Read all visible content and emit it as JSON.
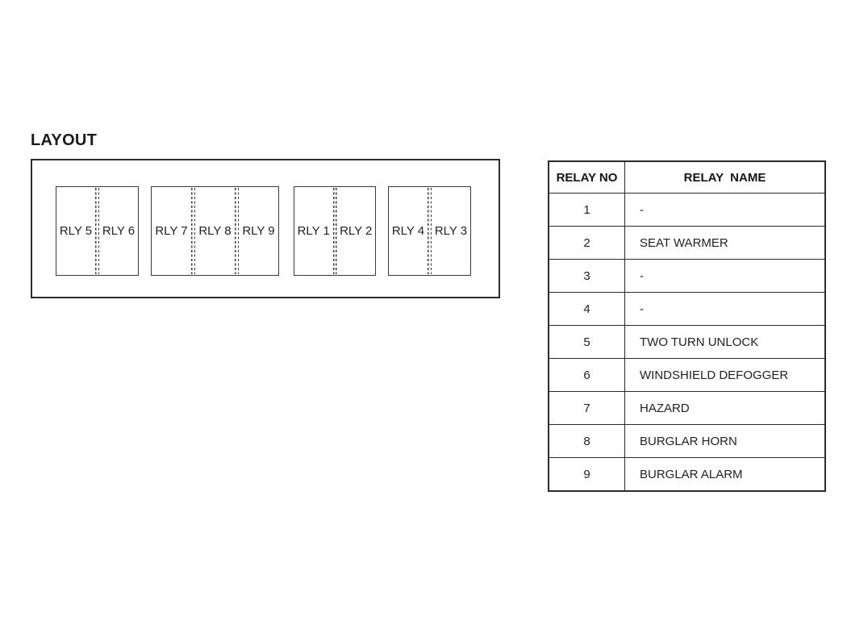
{
  "page": {
    "title": "LAYOUT"
  },
  "layout_diagram": {
    "blocks": [
      {
        "cells": [
          "RLY 5",
          "RLY 6"
        ]
      },
      {
        "cells": [
          "RLY 7",
          "RLY 8",
          "RLY 9"
        ]
      },
      {
        "cells": [
          "RLY 1",
          "RLY 2"
        ]
      },
      {
        "cells": [
          "RLY 4",
          "RLY 3"
        ]
      }
    ]
  },
  "relay_table": {
    "headers": [
      "RELAY NO",
      "RELAY  NAME"
    ],
    "rows": [
      {
        "no": "1",
        "name": "-"
      },
      {
        "no": "2",
        "name": "SEAT WARMER"
      },
      {
        "no": "3",
        "name": "-"
      },
      {
        "no": "4",
        "name": "-"
      },
      {
        "no": "5",
        "name": "TWO TURN UNLOCK"
      },
      {
        "no": "6",
        "name": "WINDSHIELD DEFOGGER"
      },
      {
        "no": "7",
        "name": "HAZARD"
      },
      {
        "no": "8",
        "name": "BURGLAR HORN"
      },
      {
        "no": "9",
        "name": "BURGLAR ALARM"
      }
    ]
  },
  "colors": {
    "ink": "#1a1a1a",
    "border": "#2b2b2b",
    "background": "#ffffff"
  }
}
